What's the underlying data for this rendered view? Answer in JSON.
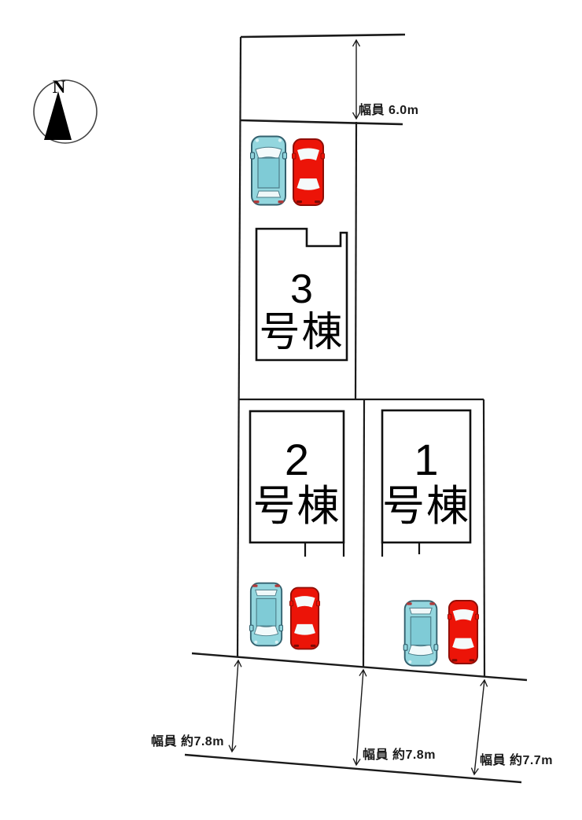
{
  "compass": {
    "label": "N"
  },
  "road_widths": {
    "top": "幅員 6.0m",
    "bottom_left": "幅員 約7.8m",
    "bottom_center": "幅員 約7.8m",
    "bottom_right": "幅員 約7.7m"
  },
  "buildings": {
    "unit3": {
      "number": "3",
      "suffix": "号棟"
    },
    "unit2": {
      "number": "2",
      "suffix": "号棟"
    },
    "unit1": {
      "number": "1",
      "suffix": "号棟"
    }
  },
  "colors": {
    "line": "#1a1a1a",
    "building_outline": "#111111",
    "car_teal_body": "#93D6DE",
    "car_teal_roof": "#7FCBD6",
    "car_red_body": "#EC1408",
    "car_window": "#F5FAFA"
  }
}
